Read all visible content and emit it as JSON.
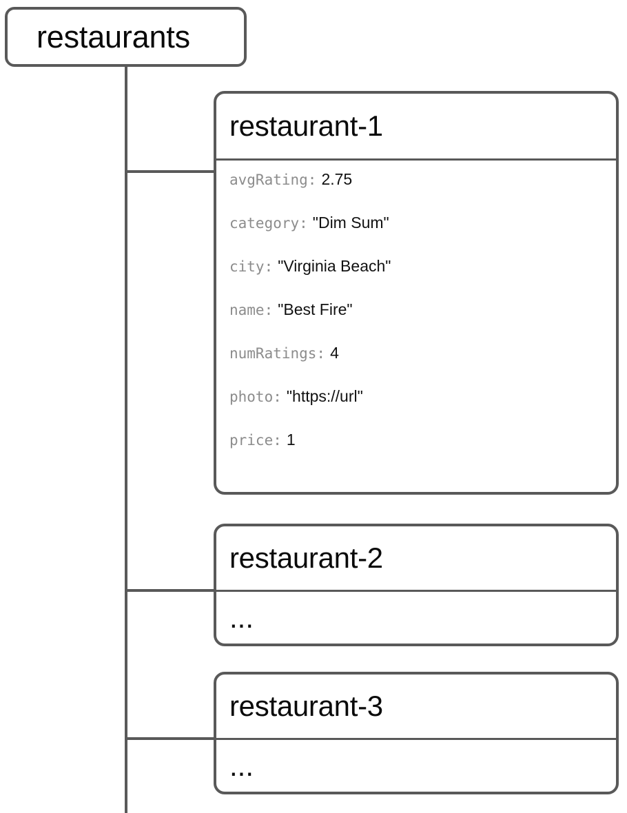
{
  "diagram": {
    "type": "firestore-collection-tree",
    "root": {
      "label": "restaurants"
    },
    "documents": [
      {
        "id": "restaurant-1",
        "expanded": true,
        "fields": [
          {
            "key": "avgRating:",
            "value": "2.75"
          },
          {
            "key": "category:",
            "value": "\"Dim Sum\""
          },
          {
            "key": "city:",
            "value": "\"Virginia Beach\""
          },
          {
            "key": "name:",
            "value": "\"Best Fire\""
          },
          {
            "key": "numRatings:",
            "value": "4"
          },
          {
            "key": "photo:",
            "value": "\"https://url\""
          },
          {
            "key": "price:",
            "value": "1"
          }
        ]
      },
      {
        "id": "restaurant-2",
        "expanded": false,
        "placeholder": "..."
      },
      {
        "id": "restaurant-3",
        "expanded": false,
        "placeholder": "..."
      }
    ]
  },
  "colors": {
    "border": "#595959",
    "connector": "#595959",
    "field_key": "#8c8c8c",
    "field_value": "#111111",
    "title": "#0a0a0a",
    "background": "#ffffff"
  }
}
